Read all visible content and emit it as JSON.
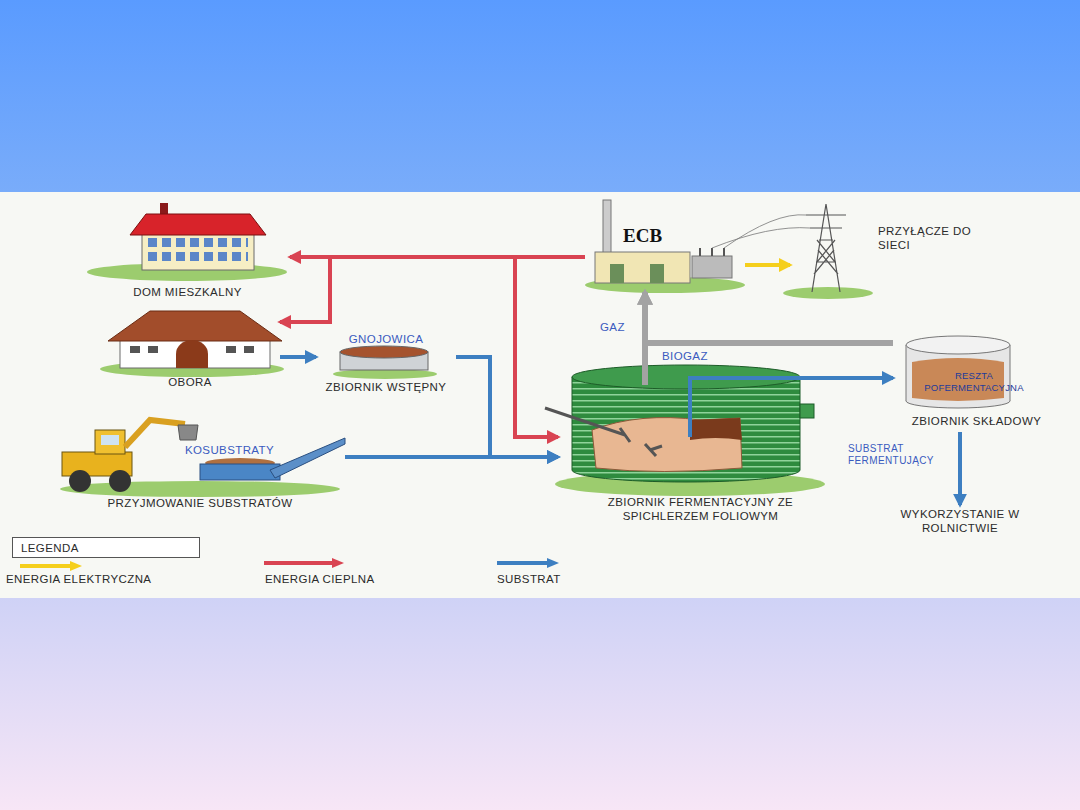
{
  "diagram": {
    "nodes": [
      {
        "text": [
          "DOM MIESZKALNY"
        ]
      },
      {
        "text": [
          "OBORA"
        ]
      },
      {
        "text": [
          "GNOJOWICA",
          "ZBIORNIK WSTĘPNY"
        ]
      },
      {
        "text": [
          "KOSUBSTRATY",
          "PRZYJMOWANIE SUBSTRATÓW"
        ]
      },
      {
        "text": [
          "ECB"
        ]
      },
      {
        "text": [
          "PRZYŁĄCZE DO SIECI"
        ]
      },
      {
        "text": [
          "ZBIORNIK FERMENTACYJNY ZE SPICHLERZEM FOLIOWYM"
        ]
      },
      {
        "text": [
          "RESZTA POFERMENTACYJNA",
          "ZBIORNIK SKŁADOWY"
        ]
      },
      {
        "text": [
          "WYKORZYSTANIE W ROLNICTWIE"
        ]
      },
      {
        "text": [
          "LEGENDA"
        ]
      }
    ],
    "edges": [
      {
        "from": 4,
        "to": 0,
        "arrow": "to"
      },
      {
        "from": 4,
        "to": 1,
        "arrow": "to"
      },
      {
        "from": 4,
        "to": 6,
        "arrow": "to"
      },
      {
        "from": 4,
        "to": 5,
        "arrow": "to"
      },
      {
        "from": 1,
        "to": 2,
        "arrow": "to"
      },
      {
        "from": 2,
        "to": 6,
        "arrow": "to"
      },
      {
        "from": 3,
        "to": 6,
        "arrow": "to"
      },
      {
        "from": 6,
        "to": 4,
        "label": "GAZ",
        "arrow": "to"
      },
      {
        "from": 7,
        "to": 4,
        "label": "BIOGAZ",
        "arrow": "to"
      },
      {
        "from": 6,
        "to": 7,
        "arrow": "to"
      },
      {
        "from": 7,
        "to": 8,
        "arrow": "to"
      }
    ],
    "labels": [
      "SUBSTRAT FERMENTUJĄCY"
    ],
    "legend": [
      {
        "text": "ENERGIA ELEKTRYCZNA",
        "color": "#f5cf1c"
      },
      {
        "text": "ENERGIA CIEPLNA",
        "color": "#d94452"
      },
      {
        "text": "SUBSTRAT",
        "color": "#3d7fc1"
      }
    ]
  }
}
